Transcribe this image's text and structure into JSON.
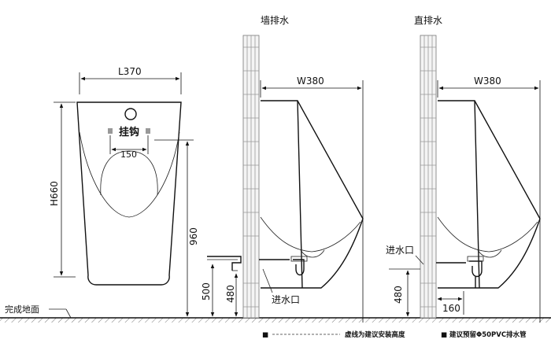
{
  "front_view": {
    "width_label": "L370",
    "height_label": "H660",
    "hook_label": "挂钩",
    "hook_span_label": "150",
    "mount_height_label": "960"
  },
  "floor_label": "完成地面",
  "wall_drain": {
    "title": "墙排水",
    "width_label": "W380",
    "inlet_label": "进水口",
    "dim_500": "500",
    "dim_480": "480"
  },
  "floor_drain": {
    "title": "直排水",
    "width_label": "W380",
    "inlet_label": "进水口",
    "dim_480": "480",
    "dim_160": "160"
  },
  "legend": [
    {
      "marker": "■",
      "text": "虚线为建议安装高度"
    },
    {
      "marker": "■",
      "text": "建议预留Φ50PVC排水管"
    }
  ]
}
